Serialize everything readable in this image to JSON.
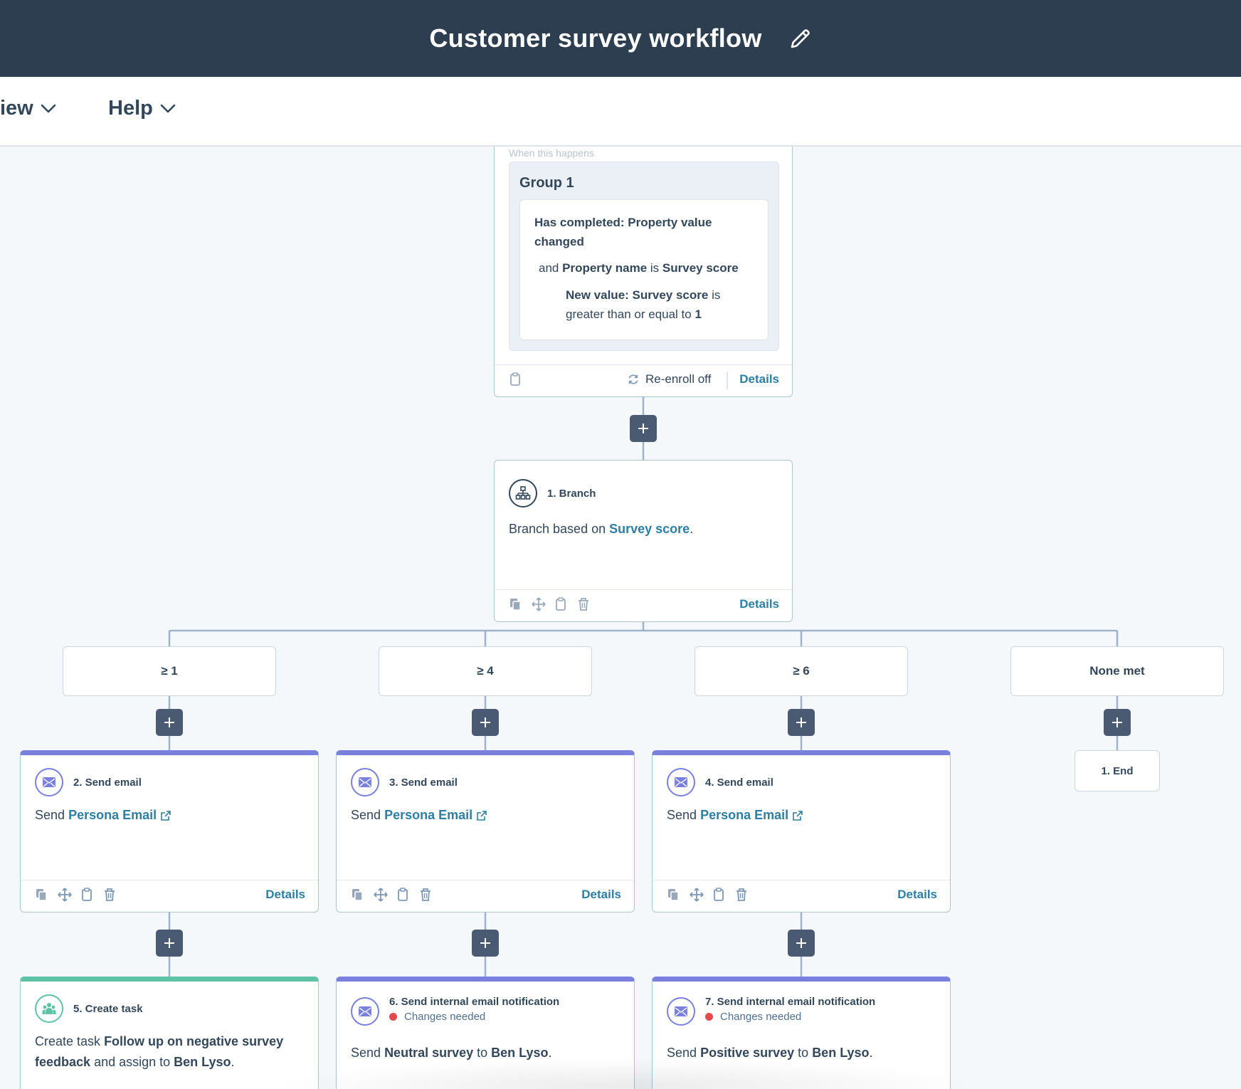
{
  "header": {
    "title": "Customer survey workflow"
  },
  "menubar": {
    "view_label": "iew",
    "help_label": "Help"
  },
  "trigger": {
    "caption": "When this happens",
    "group_title": "Group 1",
    "condition": {
      "line1": "Has completed: Property value changed",
      "and": "and",
      "prop_label": "Property name",
      "is": "is",
      "prop_value": "Survey score",
      "new_value_label": "New value: Survey score",
      "is2": "is",
      "comparison": "greater than or equal to",
      "threshold": "1"
    },
    "reenroll": "Re-enroll off",
    "details": "Details"
  },
  "branch": {
    "title": "1. Branch",
    "text_prefix": "Branch based on",
    "text_link": "Survey score",
    "text_suffix": ".",
    "details": "Details",
    "labels": [
      "≥ 1",
      "≥ 4",
      "≥ 6",
      "None met"
    ]
  },
  "end_step": {
    "label": "1. End"
  },
  "steps": [
    {
      "title": "2. Send email",
      "prefix": "Send",
      "link": "Persona Email",
      "details": "Details"
    },
    {
      "title": "3. Send email",
      "prefix": "Send",
      "link": "Persona Email",
      "details": "Details"
    },
    {
      "title": "4. Send email",
      "prefix": "Send",
      "link": "Persona Email",
      "details": "Details"
    }
  ],
  "task_step": {
    "title": "5. Create task",
    "prefix": "Create task",
    "bold1": "Follow up on negative survey feedback",
    "middle": "and assign to",
    "bold2": "Ben Lyso",
    "suffix": "."
  },
  "notify_steps": [
    {
      "title": "6. Send internal email notification",
      "status": "Changes needed",
      "prefix": "Send",
      "bold1": "Neutral survey",
      "middle": "to",
      "bold2": "Ben Lyso",
      "suffix": "."
    },
    {
      "title": "7. Send internal email notification",
      "status": "Changes needed",
      "prefix": "Send",
      "bold1": "Positive survey",
      "middle": "to",
      "bold2": "Ben Lyso",
      "suffix": "."
    }
  ],
  "colors": {
    "header_bg": "#2d3e50",
    "link": "#2e7ea3",
    "email_accent": "#7a80de",
    "task_accent": "#5ec2a6",
    "plus_bg": "#4a5a72",
    "status_dot": "#e5484d"
  }
}
